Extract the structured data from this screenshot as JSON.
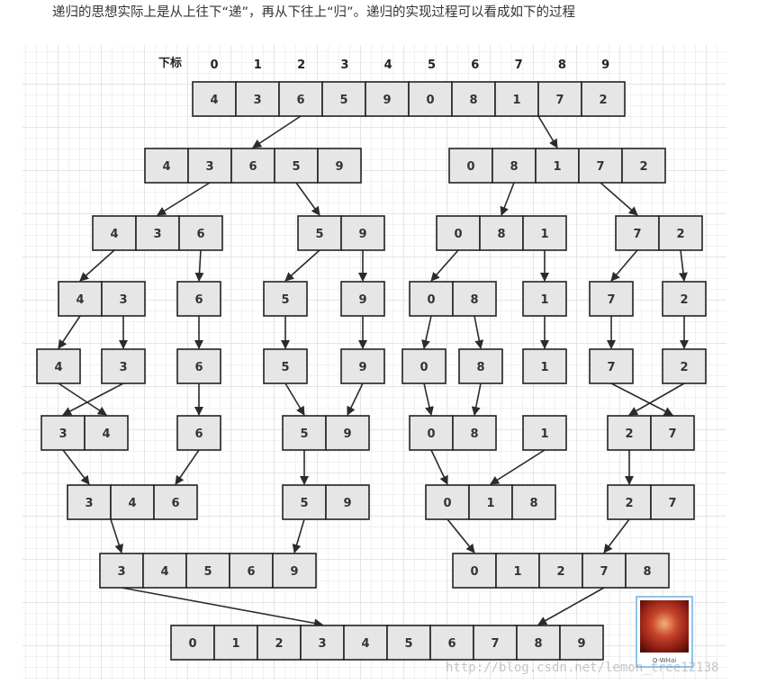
{
  "intro_text": "递归的思想实际上是从上往下“递”，再从下往上“归”。递归的实现过程可以看成如下的过程",
  "index_label": "下标",
  "indices": [
    "0",
    "1",
    "2",
    "3",
    "4",
    "5",
    "6",
    "7",
    "8",
    "9"
  ],
  "levels": [
    [
      [
        "4",
        "3",
        "6",
        "5",
        "9",
        "0",
        "8",
        "1",
        "7",
        "2"
      ]
    ],
    [
      [
        "4",
        "3",
        "6",
        "5",
        "9"
      ],
      [
        "0",
        "8",
        "1",
        "7",
        "2"
      ]
    ],
    [
      [
        "4",
        "3",
        "6"
      ],
      [
        "5",
        "9"
      ],
      [
        "0",
        "8",
        "1"
      ],
      [
        "7",
        "2"
      ]
    ],
    [
      [
        "4",
        "3"
      ],
      [
        "6"
      ],
      [
        "5"
      ],
      [
        "9"
      ],
      [
        "0",
        "8"
      ],
      [
        "1"
      ],
      [
        "7"
      ],
      [
        "2"
      ]
    ],
    [
      [
        "4"
      ],
      [
        "3"
      ],
      [
        "6"
      ],
      [
        "5"
      ],
      [
        "9"
      ],
      [
        "0"
      ],
      [
        "8"
      ],
      [
        "1"
      ],
      [
        "7"
      ],
      [
        "2"
      ]
    ],
    [
      [
        "3",
        "4"
      ],
      [
        "6"
      ],
      [
        "5",
        "9"
      ],
      [
        "0",
        "8"
      ],
      [
        "1"
      ],
      [
        "2",
        "7"
      ]
    ],
    [
      [
        "3",
        "4",
        "6"
      ],
      [
        "5",
        "9"
      ],
      [
        "0",
        "1",
        "8"
      ],
      [
        "2",
        "7"
      ]
    ],
    [
      [
        "3",
        "4",
        "5",
        "6",
        "9"
      ],
      [
        "0",
        "1",
        "2",
        "7",
        "8"
      ]
    ],
    [
      [
        "0",
        "1",
        "2",
        "3",
        "4",
        "5",
        "6",
        "7",
        "8",
        "9"
      ]
    ]
  ],
  "avatar_caption": "Q-WHai",
  "watermark": "http://blog.csdn.net/lemon_tree12138"
}
